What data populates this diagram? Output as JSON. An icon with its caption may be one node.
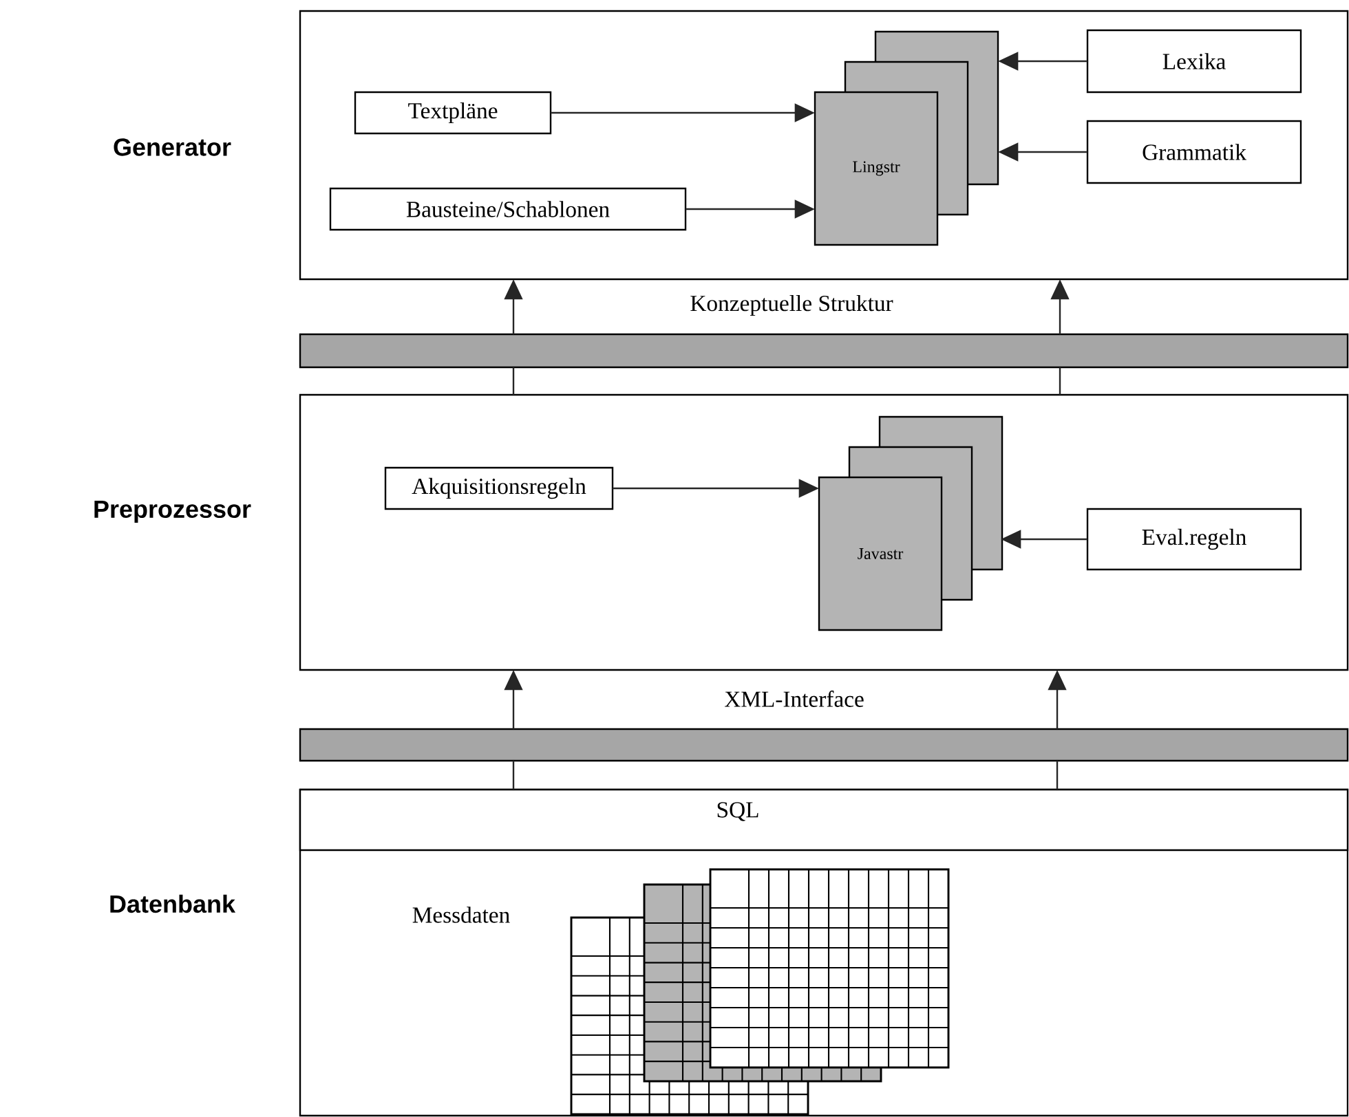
{
  "diagram": {
    "nodes": [
      {
        "text": [
          "Generator"
        ]
      },
      {
        "text": [
          "Textpläne"
        ],
        "in": 0
      },
      {
        "text": [
          "Bausteine/Schablonen"
        ],
        "in": 0
      },
      {
        "text": [
          "Lingstr"
        ],
        "in": 0
      },
      {
        "text": [
          "Lexika"
        ],
        "in": 0
      },
      {
        "text": [
          "Grammatik"
        ],
        "in": 0
      },
      {
        "text": [
          "Konzeptuelle Struktur"
        ]
      },
      {
        "text": [
          "Preprozessor"
        ]
      },
      {
        "text": [
          "Akquisitionsregeln"
        ],
        "in": 7
      },
      {
        "text": [
          "Javastr"
        ],
        "in": 7
      },
      {
        "text": [
          "Eval.regeln"
        ],
        "in": 7
      },
      {
        "text": [
          "XML-Interface"
        ]
      },
      {
        "text": [
          "Datenbank",
          "Messdaten"
        ]
      },
      {
        "text": [
          "SQL"
        ],
        "in": 12
      }
    ],
    "edges": [
      {
        "from": 1,
        "to": 3,
        "arrow": "to"
      },
      {
        "from": 2,
        "to": 3,
        "arrow": "to"
      },
      {
        "from": 4,
        "to": 3,
        "arrow": "to"
      },
      {
        "from": 5,
        "to": 3,
        "arrow": "to"
      },
      {
        "from": 6,
        "to": 0,
        "arrow": "to"
      },
      {
        "from": 6,
        "to": 0,
        "arrow": "to"
      },
      {
        "from": 7,
        "to": 6,
        "arrow": "none"
      },
      {
        "from": 7,
        "to": 6,
        "arrow": "none"
      },
      {
        "from": 8,
        "to": 9,
        "arrow": "to"
      },
      {
        "from": 10,
        "to": 9,
        "arrow": "to"
      },
      {
        "from": 11,
        "to": 7,
        "arrow": "to"
      },
      {
        "from": 11,
        "to": 7,
        "arrow": "to"
      },
      {
        "from": 13,
        "to": 11,
        "arrow": "none"
      },
      {
        "from": 13,
        "to": 11,
        "arrow": "none"
      }
    ]
  }
}
